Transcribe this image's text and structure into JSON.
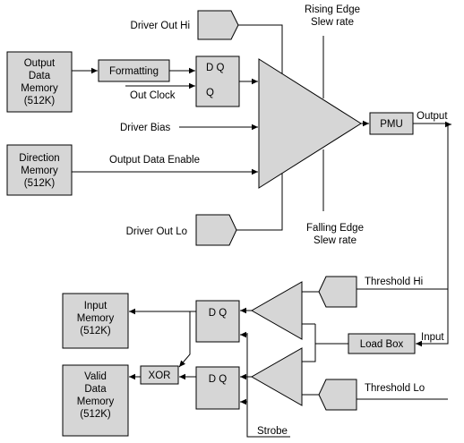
{
  "blocks": {
    "output_data_memory": [
      "Output",
      "Data",
      "Memory",
      "(512K)"
    ],
    "direction_memory": [
      "Direction",
      "Memory",
      "(512K)"
    ],
    "formatting": "Formatting",
    "dq_top": [
      "D  Q",
      "Q"
    ],
    "pmu": "PMU",
    "input_memory": [
      "Input",
      "Memory",
      "(512K)"
    ],
    "valid_data_memory": [
      "Valid",
      "Data",
      "Memory",
      "(512K)"
    ],
    "xor": "XOR",
    "dq_input_1": "D Q",
    "dq_input_2": "D Q",
    "load_box": "Load Box"
  },
  "labels": {
    "driver_out_hi": "Driver Out Hi",
    "driver_out_lo": "Driver Out Lo",
    "rising_edge": [
      "Rising Edge",
      "Slew rate"
    ],
    "falling_edge": [
      "Falling Edge",
      "Slew rate"
    ],
    "out_clock": "Out Clock",
    "driver_bias": "Driver Bias",
    "output_data_enable": "Output Data Enable",
    "output": "Output",
    "threshold_hi": "Threshold Hi",
    "threshold_lo": "Threshold Lo",
    "input": "Input",
    "strobe": "Strobe"
  }
}
